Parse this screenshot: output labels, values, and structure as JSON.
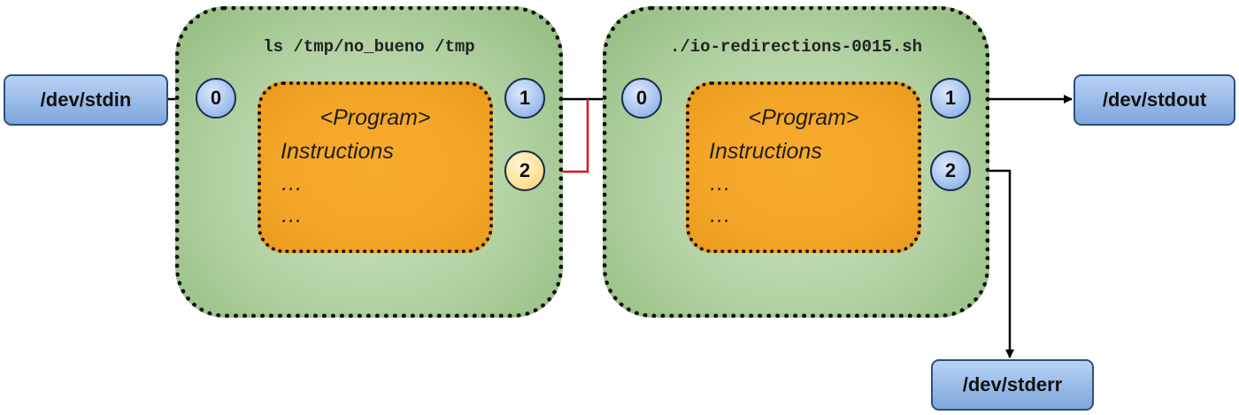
{
  "process_1": {
    "command": "ls /tmp/no_bueno /tmp",
    "program": {
      "title": "<Program>",
      "line1": "Instructions",
      "line2": "…",
      "line3": "…"
    },
    "fd_in": "0",
    "fd_out": "1",
    "fd_err": "2"
  },
  "process_2": {
    "command": "./io-redirections-0015.sh",
    "program": {
      "title": "<Program>",
      "line1": "Instructions",
      "line2": "…",
      "line3": "…"
    },
    "fd_in": "0",
    "fd_out": "1",
    "fd_err": "2"
  },
  "devices": {
    "stdin": "/dev/stdin",
    "stdout": "/dev/stdout",
    "stderr": "/dev/stderr"
  },
  "colors": {
    "process_fill": "#b3d2a3",
    "program_fill": "#f4a628",
    "fd_fill": "#a8c5ef",
    "fd_redirected_fill": "#fde39c",
    "device_fill": "#9dbde9",
    "redirect_wire": "#e0101a",
    "wire": "#000000"
  }
}
